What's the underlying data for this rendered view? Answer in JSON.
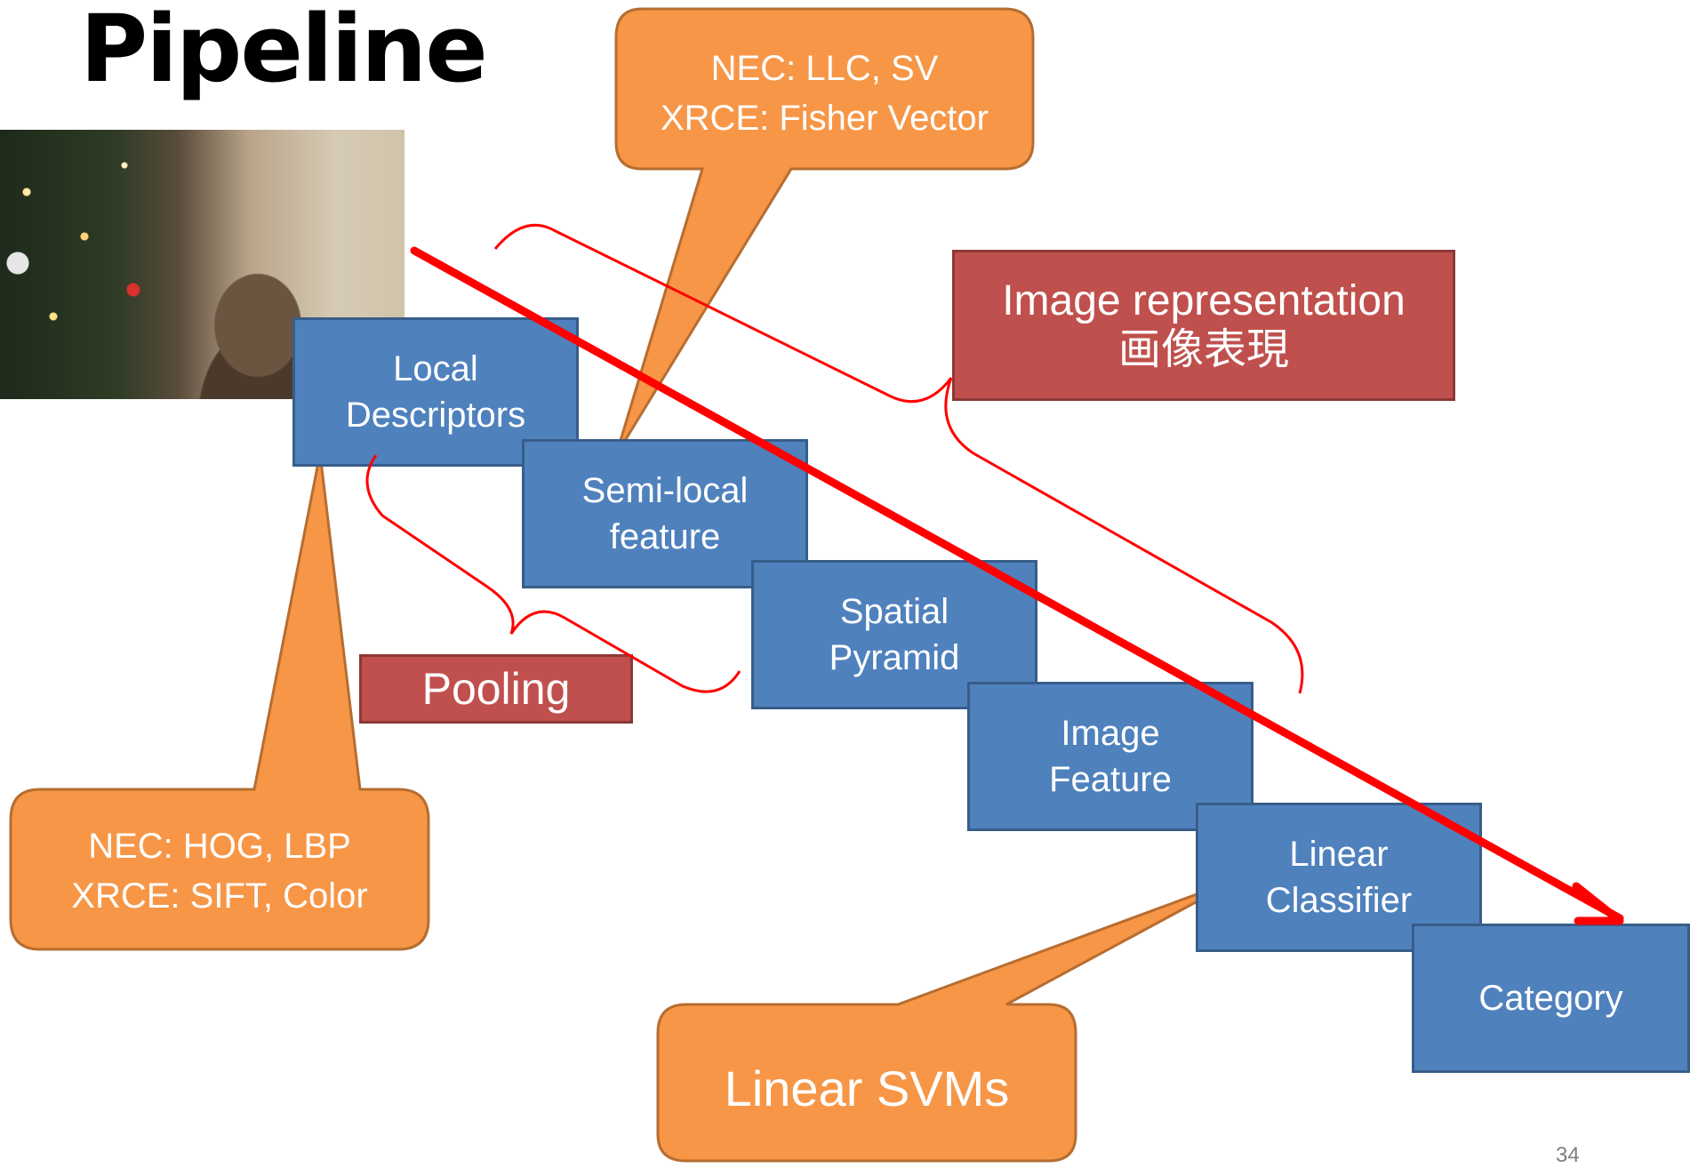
{
  "slide": {
    "title": "Pipeline",
    "page_number": "34"
  },
  "pipeline_steps": [
    {
      "label": "Local\nDescriptors"
    },
    {
      "label": "Semi-local\nfeature"
    },
    {
      "label": "Spatial\nPyramid"
    },
    {
      "label": "Image\nFeature"
    },
    {
      "label": "Linear\nClassifier"
    },
    {
      "label": "Category"
    }
  ],
  "labels": {
    "pooling": "Pooling",
    "image_representation": "Image representation\n画像表現"
  },
  "callouts": {
    "descriptors": "NEC: HOG, LBP\nXRCE: SIFT, Color",
    "coding": "NEC: LLC, SV\nXRCE: Fisher Vector",
    "classifier": "Linear SVMs"
  },
  "colors": {
    "step_fill": "#4f81bd",
    "label_fill": "#c0504d",
    "callout_fill": "#f79646",
    "arrow": "#ff0000",
    "bracket": "#ff0000"
  }
}
